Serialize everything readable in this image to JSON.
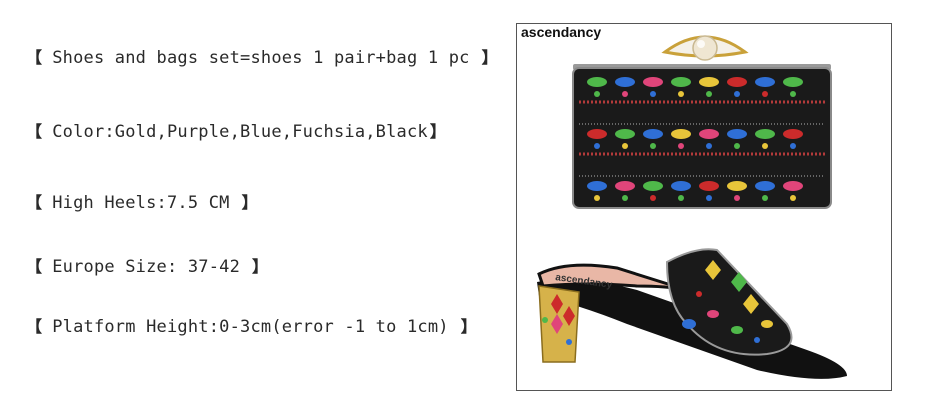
{
  "specs": [
    {
      "text": "Shoes and bags set=shoes 1 pair+bag 1 pc"
    },
    {
      "text": "Color:Gold,Purple,Blue,Fuchsia,Black"
    },
    {
      "text": "High Heels:7.5 CM"
    },
    {
      "text": "Europe Size: 37-42"
    },
    {
      "text": "Platform Height:0-3cm(error -1 to 1cm)"
    }
  ],
  "brackets": {
    "open": "【",
    "close": "】"
  },
  "product": {
    "brand": "ascendancy",
    "insole_brand": "ascendancy"
  },
  "colors": {
    "bag_body": "#1a1a1a",
    "clasp_gold": "#c9a13a",
    "pearl": "#efe6d2",
    "gem_blue": "#2f6fd6",
    "gem_green": "#4fb84a",
    "gem_pink": "#e0457a",
    "gem_red": "#cc2b2b",
    "gem_yellow": "#e8c53a",
    "heel_gold": "#d6b24a",
    "insole_pink": "#e9b7a6"
  }
}
